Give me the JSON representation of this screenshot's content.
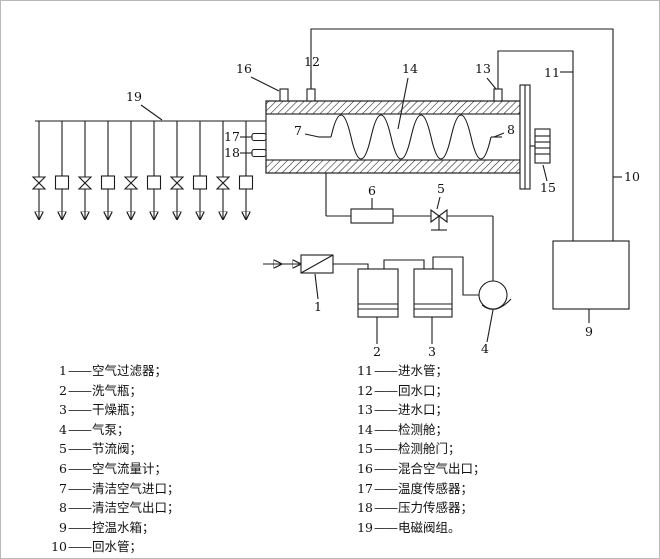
{
  "figure": {
    "callouts": {
      "c1": "1",
      "c2": "2",
      "c3": "3",
      "c4": "4",
      "c5": "5",
      "c6": "6",
      "c7": "7",
      "c8": "8",
      "c9": "9",
      "c10": "10",
      "c11": "11",
      "c12": "12",
      "c13": "13",
      "c14": "14",
      "c15": "15",
      "c16": "16",
      "c17": "17",
      "c18": "18",
      "c19": "19"
    },
    "legend": {
      "dash": "——",
      "left": [
        {
          "no": "1",
          "label": "空气过滤器；"
        },
        {
          "no": "2",
          "label": "洗气瓶；"
        },
        {
          "no": "3",
          "label": "干燥瓶；"
        },
        {
          "no": "4",
          "label": "气泵；"
        },
        {
          "no": "5",
          "label": "节流阀；"
        },
        {
          "no": "6",
          "label": "空气流量计；"
        },
        {
          "no": "7",
          "label": "清洁空气进口；"
        },
        {
          "no": "8",
          "label": "清洁空气出口；"
        },
        {
          "no": "9",
          "label": "控温水箱；"
        },
        {
          "no": "10",
          "label": "回水管；"
        }
      ],
      "right": [
        {
          "no": "11",
          "label": "进水管；"
        },
        {
          "no": "12",
          "label": "回水口；"
        },
        {
          "no": "13",
          "label": "进水口；"
        },
        {
          "no": "14",
          "label": "检测舱；"
        },
        {
          "no": "15",
          "label": "检测舱门；"
        },
        {
          "no": "16",
          "label": "混合空气出口；"
        },
        {
          "no": "17",
          "label": "温度传感器；"
        },
        {
          "no": "18",
          "label": "压力传感器；"
        },
        {
          "no": "19",
          "label": "电磁阀组。"
        }
      ]
    }
  }
}
